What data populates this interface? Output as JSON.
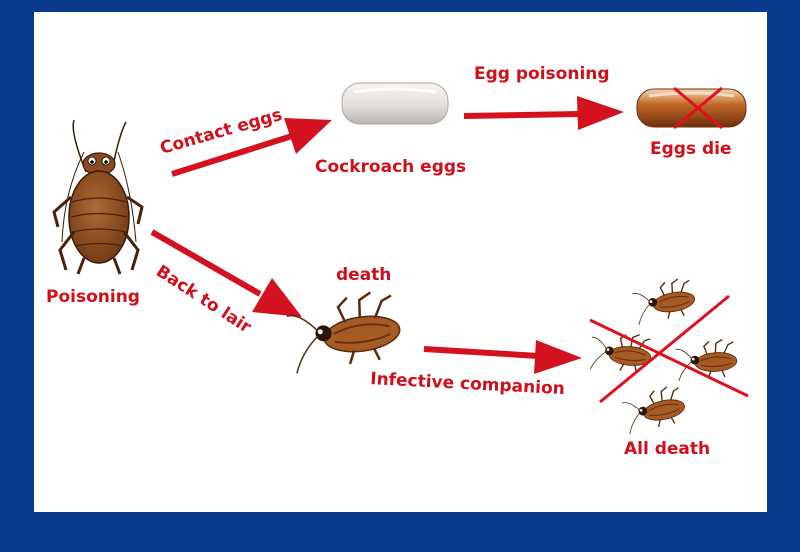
{
  "colors": {
    "frame": "#0a3a8c",
    "panel": "#ffffff",
    "accent": "#c8101e",
    "arrow": "#d4121f",
    "label": "#d10f1b",
    "cockroach_body": "#8b4a1f",
    "cockroach_dark": "#5a2a0a",
    "egg_white": "#e9e6e3",
    "egg_dead": "#b5561a"
  },
  "labels": {
    "poisoning": "Poisoning",
    "contact_eggs": "Contact eggs",
    "cockroach_eggs": "Cockroach eggs",
    "egg_poisoning": "Egg poisoning",
    "eggs_die": "Eggs die",
    "back_to_lair": "Back to lair",
    "death": "death",
    "infective_companion": "Infective companion",
    "all_death": "All death"
  },
  "icons": {
    "cockroach": "cockroach-icon",
    "egg": "egg-icon",
    "dead_egg": "dead-egg-icon",
    "dead_cockroach": "dead-cockroach-icon",
    "cross": "red-cross-icon"
  }
}
